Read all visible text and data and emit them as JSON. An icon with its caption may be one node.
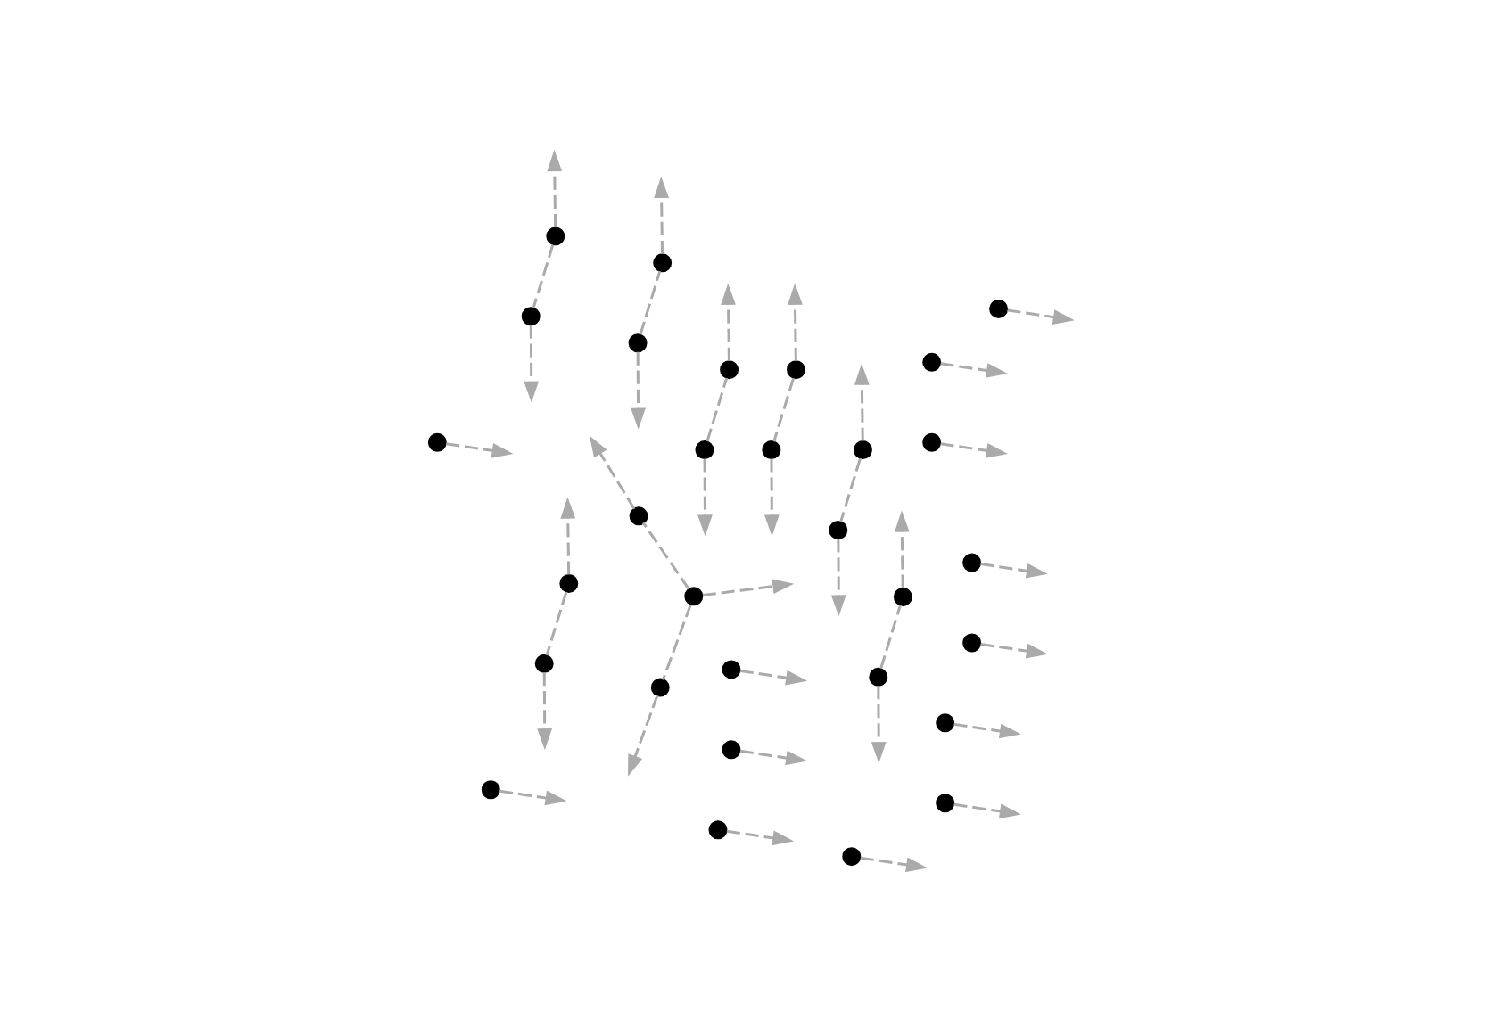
{
  "diagram": {
    "nodes": [
      {
        "text": [],
        "shape": "circle"
      },
      {
        "text": [],
        "shape": "circle"
      },
      {
        "text": [],
        "shape": "circle"
      },
      {
        "text": [],
        "shape": "circle"
      },
      {
        "text": [],
        "shape": "circle"
      },
      {
        "text": [],
        "shape": "circle"
      },
      {
        "text": [],
        "shape": "circle"
      },
      {
        "text": [],
        "shape": "circle"
      },
      {
        "text": [],
        "shape": "circle"
      },
      {
        "text": [],
        "shape": "circle"
      },
      {
        "text": [],
        "shape": "circle"
      },
      {
        "text": [],
        "shape": "circle"
      },
      {
        "text": [],
        "shape": "circle"
      },
      {
        "text": [],
        "shape": "circle"
      },
      {
        "text": [],
        "shape": "circle"
      },
      {
        "text": [],
        "shape": "circle"
      },
      {
        "text": [],
        "shape": "circle"
      },
      {
        "text": [],
        "shape": "circle"
      },
      {
        "text": [],
        "shape": "circle"
      },
      {
        "text": [],
        "shape": "circle"
      },
      {
        "text": [],
        "shape": "circle"
      },
      {
        "text": [],
        "shape": "circle"
      },
      {
        "text": [],
        "shape": "circle"
      },
      {
        "text": [],
        "shape": "circle"
      },
      {
        "text": [],
        "shape": "circle"
      },
      {
        "text": [],
        "shape": "circle"
      },
      {
        "text": [],
        "shape": "circle"
      },
      {
        "text": [],
        "shape": "circle"
      },
      {
        "text": [],
        "shape": "circle"
      },
      {
        "text": [],
        "shape": "circle"
      }
    ],
    "edges": [
      {
        "from": 1,
        "to": 0,
        "arrow": "none",
        "style": "dashed"
      },
      {
        "from": 1,
        "to": 2,
        "arrow": "none",
        "style": "dashed"
      },
      {
        "from": 6,
        "to": 5,
        "arrow": "none",
        "style": "dashed"
      },
      {
        "from": 12,
        "to": 11,
        "arrow": "none",
        "style": "dashed"
      },
      {
        "from": 21,
        "to": 20,
        "arrow": "none",
        "style": "dashed"
      },
      {
        "from": 24,
        "to": 25,
        "arrow": "none",
        "style": "dashed"
      },
      {
        "from": 28,
        "to": 27,
        "arrow": "none",
        "style": "dashed"
      },
      {
        "from": 9,
        "to": 10,
        "arrow": "none",
        "style": "dashed"
      },
      {
        "from": 18,
        "to": 19,
        "arrow": "none",
        "style": "dashed"
      },
      {
        "from": 0,
        "to": null,
        "arrow": "to",
        "style": "dashed"
      },
      {
        "from": 1,
        "to": null,
        "arrow": "to",
        "style": "dashed"
      },
      {
        "from": 2,
        "to": null,
        "arrow": "to",
        "style": "dashed"
      },
      {
        "from": 3,
        "to": null,
        "arrow": "to",
        "style": "dashed"
      },
      {
        "from": 4,
        "to": null,
        "arrow": "to",
        "style": "dashed"
      },
      {
        "from": 5,
        "to": null,
        "arrow": "to",
        "style": "dashed"
      },
      {
        "from": 6,
        "to": null,
        "arrow": "to",
        "style": "dashed"
      },
      {
        "from": 7,
        "to": null,
        "arrow": "to",
        "style": "dashed"
      },
      {
        "from": 8,
        "to": null,
        "arrow": "to",
        "style": "dashed"
      },
      {
        "from": 9,
        "to": null,
        "arrow": "to",
        "style": "dashed"
      },
      {
        "from": 10,
        "to": null,
        "arrow": "to",
        "style": "dashed"
      },
      {
        "from": 11,
        "to": null,
        "arrow": "to",
        "style": "dashed"
      },
      {
        "from": 12,
        "to": null,
        "arrow": "to",
        "style": "dashed"
      },
      {
        "from": 13,
        "to": null,
        "arrow": "to",
        "style": "dashed"
      },
      {
        "from": 14,
        "to": null,
        "arrow": "to",
        "style": "dashed"
      },
      {
        "from": 15,
        "to": null,
        "arrow": "to",
        "style": "dashed"
      },
      {
        "from": 16,
        "to": null,
        "arrow": "to",
        "style": "dashed"
      },
      {
        "from": 17,
        "to": null,
        "arrow": "to",
        "style": "dashed"
      },
      {
        "from": 18,
        "to": null,
        "arrow": "to",
        "style": "dashed"
      },
      {
        "from": 19,
        "to": null,
        "arrow": "to",
        "style": "dashed"
      },
      {
        "from": 20,
        "to": null,
        "arrow": "to",
        "style": "dashed"
      },
      {
        "from": 21,
        "to": null,
        "arrow": "to",
        "style": "dashed"
      },
      {
        "from": 22,
        "to": null,
        "arrow": "to",
        "style": "dashed"
      },
      {
        "from": 23,
        "to": null,
        "arrow": "to",
        "style": "dashed"
      },
      {
        "from": 24,
        "to": null,
        "arrow": "to",
        "style": "dashed"
      },
      {
        "from": 25,
        "to": null,
        "arrow": "to",
        "style": "dashed"
      },
      {
        "from": 26,
        "to": null,
        "arrow": "to",
        "style": "dashed"
      },
      {
        "from": 27,
        "to": null,
        "arrow": "to",
        "style": "dashed"
      },
      {
        "from": 28,
        "to": null,
        "arrow": "to",
        "style": "dashed"
      },
      {
        "from": 29,
        "to": null,
        "arrow": "to",
        "style": "dashed"
      }
    ]
  }
}
